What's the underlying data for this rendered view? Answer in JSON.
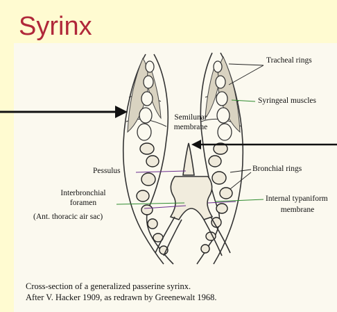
{
  "slide": {
    "title": "Syrinx"
  },
  "labels": {
    "tracheal_rings": "Tracheal rings",
    "syringeal_muscles": "Syringeal muscles",
    "semilunar": "Semilunar",
    "membrane": "membrane",
    "bronchial_rings": "Bronchial rings",
    "pessulus": "Pessulus",
    "interbronchial": "Interbronchial",
    "foramen": "foramen",
    "ant_thoracic": "(Ant. thoracic air sac)",
    "internal_typaniform": "Internal typaniform",
    "typaniform_membrane": "membrane"
  },
  "caption": {
    "line1": "Cross-section of a generalized passerine syrinx.",
    "line2": "After V. Hacker 1909, as redrawn by Greenewalt 1968."
  },
  "colors": {
    "title": "#b0283a",
    "slide_background": "#fffbd1",
    "plate_background": "#fbf9ef",
    "leader_green": "#2e8b2e",
    "leader_purple": "#6a2c8e",
    "pointer_arrow": "#111111"
  }
}
